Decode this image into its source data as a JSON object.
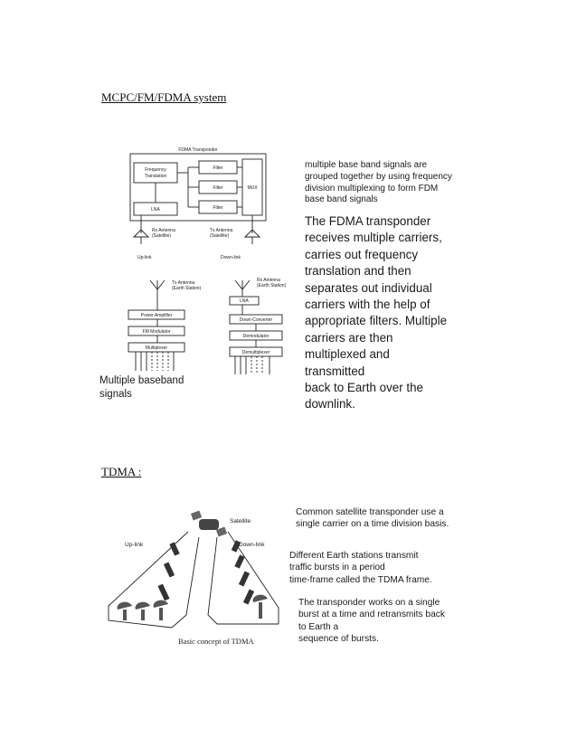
{
  "section1": {
    "heading": "MCPC/FM/FDMA system",
    "diagram": {
      "transponder_title": "FDMA Transponder",
      "frequency_translation": [
        "Frequency",
        "Translation"
      ],
      "filter": "Filter",
      "mux": "MUX",
      "lna": "LNA",
      "rx_antenna_sat": [
        "Rx Antenna",
        "(Satellite)"
      ],
      "tx_antenna_sat": [
        "Tx Antenna",
        "(Satellite)"
      ],
      "uplink": "Up-link",
      "downlink": "Down-link",
      "tx_antenna_earth": [
        "Tx Antenna",
        "(Earth Station)"
      ],
      "rx_antenna_earth": [
        "Rx Antenna",
        "(Earth Station)"
      ],
      "power_amplifier": "Power Amplifier",
      "fm_modulator": "FM Modulator",
      "multiplexer": "Multiplexer",
      "lna_earth": "LNA",
      "down_converter": "Down-Converter",
      "demodulator": "Demodulator",
      "demultiplexer": "Demultiplexer",
      "baseband_label": [
        "Multiple baseband",
        "signals"
      ]
    },
    "text_small": [
      "multiple base band signals are",
      "grouped together by using frequency",
      "division multiplexing to form FDM",
      "base band signals"
    ],
    "text_large": [
      "The FDMA transponder",
      "receives multiple carriers,",
      "carries out frequency",
      "translation and then",
      "separates out individual",
      "carriers with the help of",
      "appropriate filters. Multiple",
      "carriers are then",
      "multiplexed and",
      "transmitted",
      "back to Earth over the",
      "downlink."
    ]
  },
  "section2": {
    "heading": "TDMA :",
    "diagram": {
      "satellite": "Satellite",
      "uplink": "Up-link",
      "downlink": "Down-link",
      "caption": "Basic concept of TDMA"
    },
    "para1": [
      "Common satellite transponder use a",
      "single carrier on a time division basis."
    ],
    "para2": [
      "Different Earth stations transmit",
      "traffic bursts in a period",
      "time-frame called the TDMA frame."
    ],
    "para3": [
      "The transponder works on a single",
      "burst at a time and retransmits back",
      "to Earth a",
      "sequence of bursts."
    ]
  }
}
